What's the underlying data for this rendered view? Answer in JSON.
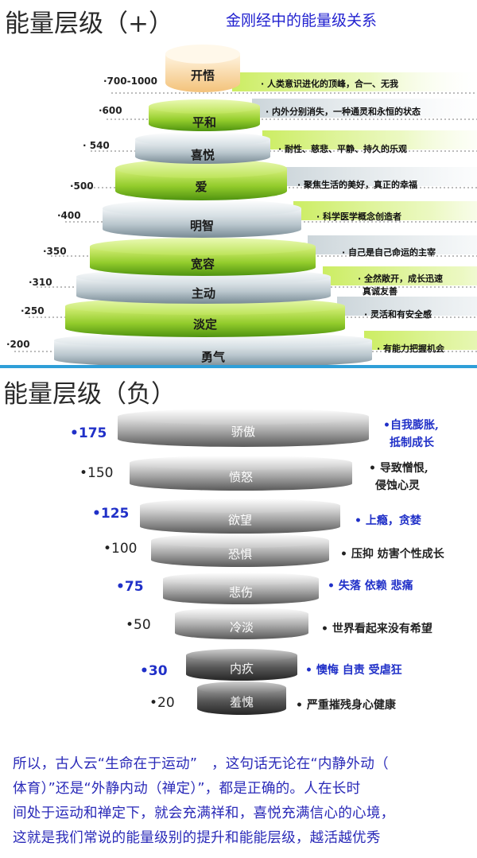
{
  "positive": {
    "title": "能量层级（+）",
    "subtitle": "金刚经中的能量级关系",
    "levels": [
      {
        "name": "开悟",
        "value": "·700-1000",
        "desc": "· 人类意识进化的顶峰，合一、无我"
      },
      {
        "name": "平和",
        "value": "·600",
        "desc": "· 内外分别消失，一种通灵和永恒的状态"
      },
      {
        "name": "喜悦",
        "value": "· 540",
        "desc": "· 耐性、慈悲、平静、持久的乐观"
      },
      {
        "name": "爱",
        "value": "·500",
        "desc": "· 聚焦生活的美好，真正的幸福"
      },
      {
        "name": "明智",
        "value": "·400",
        "desc": "· 科学医学概念创造者"
      },
      {
        "name": "宽容",
        "value": "·350",
        "desc": "· 自己是自己命运的主宰"
      },
      {
        "name": "主动",
        "value": "·310",
        "desc": "· 全然敞开，成长迅速",
        "desc2": "真诚友善"
      },
      {
        "name": "淡定",
        "value": "·250",
        "desc": "· 灵活和有安全感"
      },
      {
        "name": "勇气",
        "value": "·200",
        "desc": "· 有能力把握机会"
      }
    ]
  },
  "negative": {
    "title": "能量层级（负）",
    "levels": [
      {
        "name": "骄傲",
        "value": "•175",
        "desc": "•自我膨胀,",
        "desc2": "抵制成长"
      },
      {
        "name": "愤怒",
        "value": "•150",
        "desc": "• 导致憎恨,",
        "desc2": "侵蚀心灵"
      },
      {
        "name": "欲望",
        "value": "•125",
        "desc": "• 上瘾，贪婪"
      },
      {
        "name": "恐惧",
        "value": "•100",
        "desc": "• 压抑 妨害个性成长"
      },
      {
        "name": "悲伤",
        "value": "•75",
        "desc": "• 失落 依赖 悲痛"
      },
      {
        "name": "冷淡",
        "value": "•50",
        "desc": "• 世界看起来没有希望"
      },
      {
        "name": "内疚",
        "value": "•30",
        "desc": "• 懊悔 自责 受虐狂"
      },
      {
        "name": "羞愧",
        "value": "•20",
        "desc": "• 严重摧残身心健康"
      }
    ]
  },
  "conclusion": {
    "lines": [
      "所以，古人云“生命在于运动”　，这句话无论在“内静外动（",
      "体育）”还是“外静内动（禅定）”，都是正确的。人在长时",
      "间处于运动和禅定下，就会充满祥和，喜悦充满信心的心境，",
      "这就是我们常说的能量级别的提升和能能层级，越活越优秀"
    ]
  },
  "colors": {
    "green_light": "#b8e24a",
    "green_dark": "#5aa012",
    "gray_light": "#e8edf0",
    "gray_dark": "#7d8c95",
    "blue_value": "#2030c8",
    "divider": "#2f9fd8",
    "negative_disk_light": "#cfcfcf",
    "negative_disk_dark": "#2f2f2f"
  }
}
